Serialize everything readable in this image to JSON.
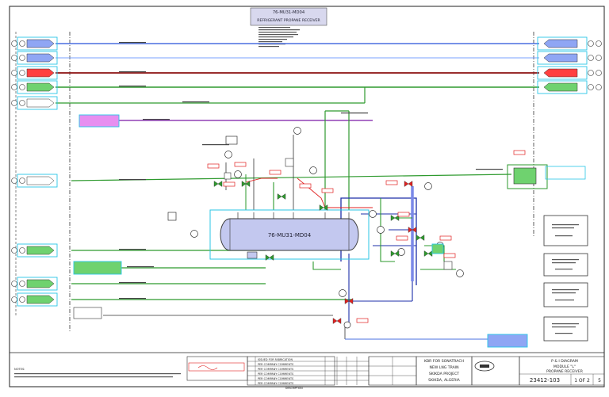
{
  "drawing": {
    "title_block": {
      "equipment_tag": "76-MU31-MD04",
      "equipment_name": "REFRIGERANT PROPANE RECEIVER"
    },
    "vessel": {
      "label": "76-MU31-MD04"
    },
    "revisions": [
      {
        "description": "ISSUED FOR FABRICATION"
      },
      {
        "description": "PER COMPANY COMMENTS"
      },
      {
        "description": "PER COMPANY COMMENTS"
      },
      {
        "description": "PER COMPANY COMMENTS"
      },
      {
        "description": "PER COMPANY COMMENTS"
      },
      {
        "description": "PER COMPANY COMMENTS"
      }
    ],
    "revision_footer": {
      "description_header": "DESCRIPTION"
    },
    "project": {
      "line1": "KBR FOR SONATRACH",
      "line2": "NEW LNG TRAIN",
      "line3": "SKIKDA PROJECT",
      "line4": "SKIKDA, ALGERIA"
    },
    "diagram_title": {
      "line1": "P & I DIAGRAM",
      "line2": "MODULE \"L\"",
      "line3": "PROPANE RECEIVER"
    },
    "drawing_number": "23412-103",
    "sheet": "1 OF 2",
    "revision": "5",
    "notes_heading": "NOTES:"
  },
  "colors": {
    "blue": "#4a6fe0",
    "green": "#2e9a2e",
    "dark_red": "#8b1010",
    "purple": "#7a1aa8",
    "cyan_box": "#29c6e6",
    "vessel_fill": "#c3c8ef",
    "flag_red": "#e02020"
  },
  "icons": [
    "valve-icon",
    "instrument-bubble-icon",
    "pump-icon",
    "offpage-connector-icon"
  ]
}
